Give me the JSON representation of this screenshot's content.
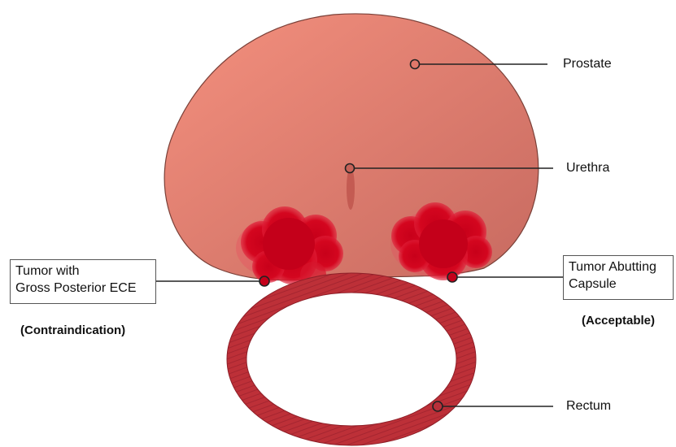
{
  "labels": {
    "prostate": "Prostate",
    "urethra": "Urethra",
    "rectum": "Rectum",
    "tumor_left": [
      "Tumor with",
      "Gross Posterior ECE"
    ],
    "tumor_right": [
      "Tumor Abutting",
      "Capsule"
    ],
    "note_left": "(Contraindication)",
    "note_right": "(Acceptable)"
  },
  "colors": {
    "prostate_light": "#f08a7a",
    "prostate_dark": "#c8685e",
    "tumor": "#d0021b",
    "rectum": "#b8303a",
    "leader": "#222222"
  }
}
